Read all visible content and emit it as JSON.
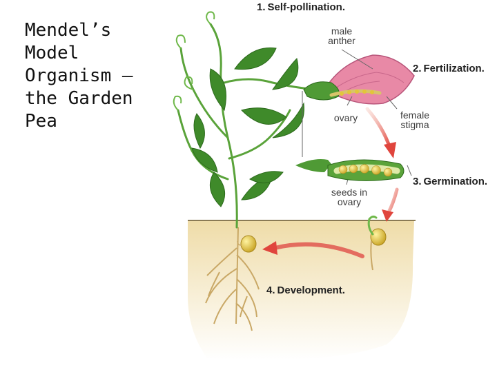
{
  "slide": {
    "title": "Mendel’s\nModel\nOrganism –\nthe Garden\nPea"
  },
  "steps": [
    {
      "num": "1.",
      "label": "Self-pollination."
    },
    {
      "num": "2.",
      "label": "Fertilization."
    },
    {
      "num": "3.",
      "label": "Germination."
    },
    {
      "num": "4.",
      "label": "Development."
    }
  ],
  "labels": {
    "male_anther": "male\nanther",
    "ovary": "ovary",
    "female_stigma": "female\nstigma",
    "seeds_in_ovary": "seeds in\novary"
  },
  "colors": {
    "leaf": "#3f8a2a",
    "stem": "#5aa33a",
    "soil": "#efdca8",
    "root": "#c9a866",
    "seed": "#e3c53a",
    "flower": "#e889a6",
    "arrow": "#e0574f"
  }
}
